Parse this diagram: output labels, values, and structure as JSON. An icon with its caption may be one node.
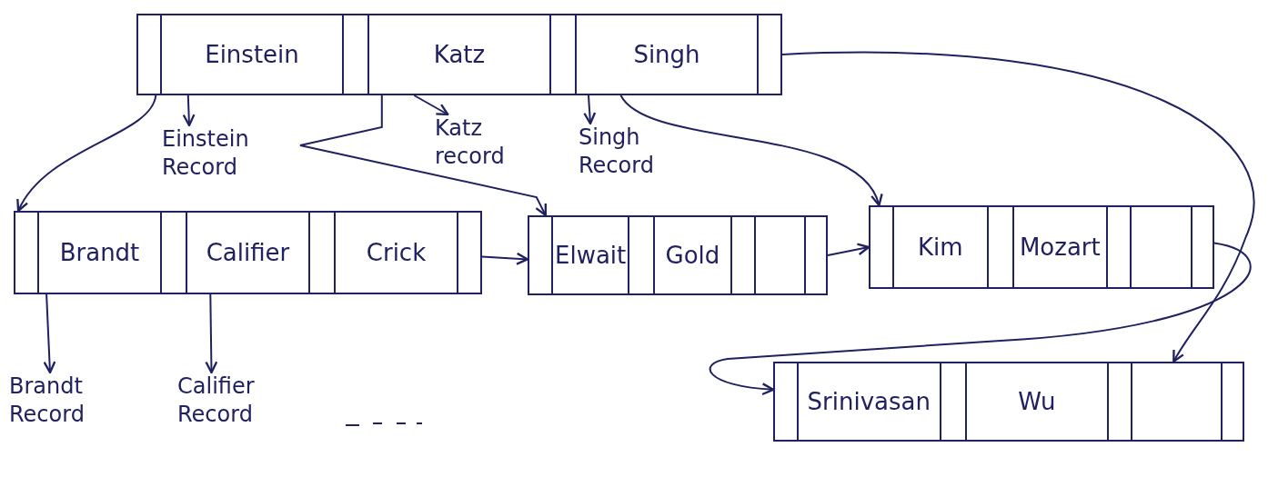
{
  "diagram": {
    "nodes": [
      {
        "text": [
          "Einstein",
          "Katz",
          "Singh"
        ]
      },
      {
        "text": [
          "Einstein Record"
        ]
      },
      {
        "text": [
          "Katz record"
        ]
      },
      {
        "text": [
          "Singh Record"
        ]
      },
      {
        "text": [
          "Brandt",
          "Califier",
          "Crick"
        ]
      },
      {
        "text": [
          "Elwait",
          "Gold"
        ]
      },
      {
        "text": [
          "Kim",
          "Mozart"
        ]
      },
      {
        "text": [
          "Srinivasan",
          "Wu"
        ]
      },
      {
        "text": [
          "Brandt Record"
        ]
      },
      {
        "text": [
          "Califier Record"
        ]
      }
    ],
    "edges": [
      {
        "from": 0,
        "to": 4,
        "arrow": "to"
      },
      {
        "from": 0,
        "to": 1,
        "arrow": "to"
      },
      {
        "from": 0,
        "to": 5,
        "arrow": "to"
      },
      {
        "from": 0,
        "to": 2,
        "arrow": "to"
      },
      {
        "from": 0,
        "to": 3,
        "arrow": "to"
      },
      {
        "from": 0,
        "to": 6,
        "arrow": "to"
      },
      {
        "from": 0,
        "to": 7,
        "arrow": "to"
      },
      {
        "from": 4,
        "to": 8,
        "arrow": "to"
      },
      {
        "from": 4,
        "to": 9,
        "arrow": "to"
      },
      {
        "from": 4,
        "to": 5,
        "arrow": "to"
      },
      {
        "from": 5,
        "to": 6,
        "arrow": "to"
      },
      {
        "from": 6,
        "to": 7,
        "arrow": "to"
      }
    ]
  }
}
